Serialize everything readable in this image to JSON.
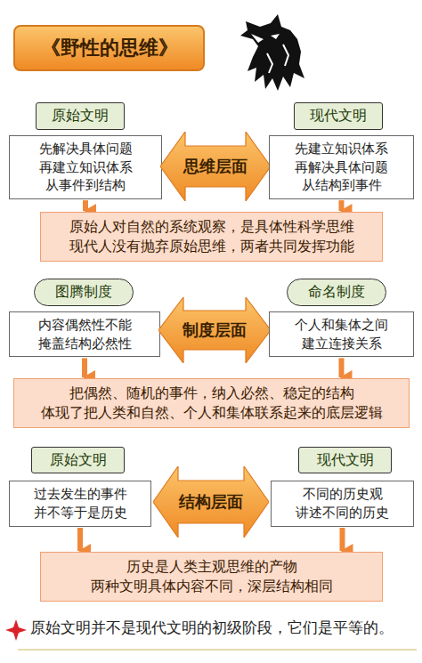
{
  "diagram": {
    "title": "《野性的思维》",
    "caption": "原始文明并不是现代文明的初级阶段，它们是平等的。",
    "nodes": [
      {
        "text": [
          "原始文明"
        ]
      },
      {
        "text": [
          "现代文明"
        ]
      },
      {
        "text": [
          "先解决具体问题 再建立知识体系 从事件到结构"
        ]
      },
      {
        "text": [
          "思维层面"
        ]
      },
      {
        "text": [
          "先建立知识体系 再解决具体问题 从结构到事件"
        ]
      },
      {
        "text": [
          "原始人对自然的系统观察，是具体性科学思维 现代人没有抛弃原始思维，两者共同发挥功能"
        ]
      },
      {
        "text": [
          "图腾制度"
        ]
      },
      {
        "text": [
          "命名制度"
        ]
      },
      {
        "text": [
          "内容偶然性不能 掩盖结构必然性"
        ]
      },
      {
        "text": [
          "制度层面"
        ]
      },
      {
        "text": [
          "个人和集体之间 建立连接关系"
        ]
      },
      {
        "text": [
          "把偶然、随机的事件，纳入必然、稳定的结构 体现了把人类和自然、个人和集体联系起来的底层逻辑"
        ]
      },
      {
        "text": [
          "原始文明"
        ]
      },
      {
        "text": [
          "现代文明"
        ]
      },
      {
        "text": [
          "过去发生的事件 并不等于是历史"
        ]
      },
      {
        "text": [
          "结构层面"
        ]
      },
      {
        "text": [
          "不同的历史观 讲述不同的历史"
        ]
      },
      {
        "text": [
          "历史是人类主观思维的产物 两种文明具体内容不同，深层结构相同"
        ]
      }
    ],
    "edges": [
      {
        "from": 2,
        "to": 5,
        "arrow": "to"
      },
      {
        "from": 4,
        "to": 5,
        "arrow": "to"
      },
      {
        "from": 8,
        "to": 11,
        "arrow": "to"
      },
      {
        "from": 10,
        "to": 11,
        "arrow": "to"
      },
      {
        "from": 14,
        "to": 17,
        "arrow": "to"
      },
      {
        "from": 16,
        "to": 17,
        "arrow": "to"
      }
    ]
  }
}
